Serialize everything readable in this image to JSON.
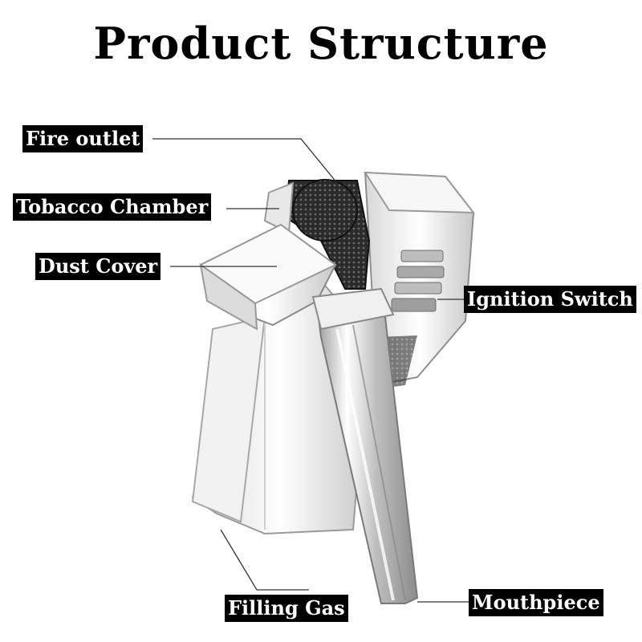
{
  "title": "Product Structure",
  "labels": {
    "fire_outlet": "Fire outlet",
    "tobacco_chamber": "Tobacco Chamber",
    "dust_cover": "Dust Cover",
    "ignition_switch": "Ignition Switch",
    "filling_gas": "Filling Gas",
    "mouthpiece": "Mouthpiece"
  },
  "colors": {
    "label_bg": "#000000",
    "label_text": "#ffffff",
    "leader_line": "#333333"
  }
}
